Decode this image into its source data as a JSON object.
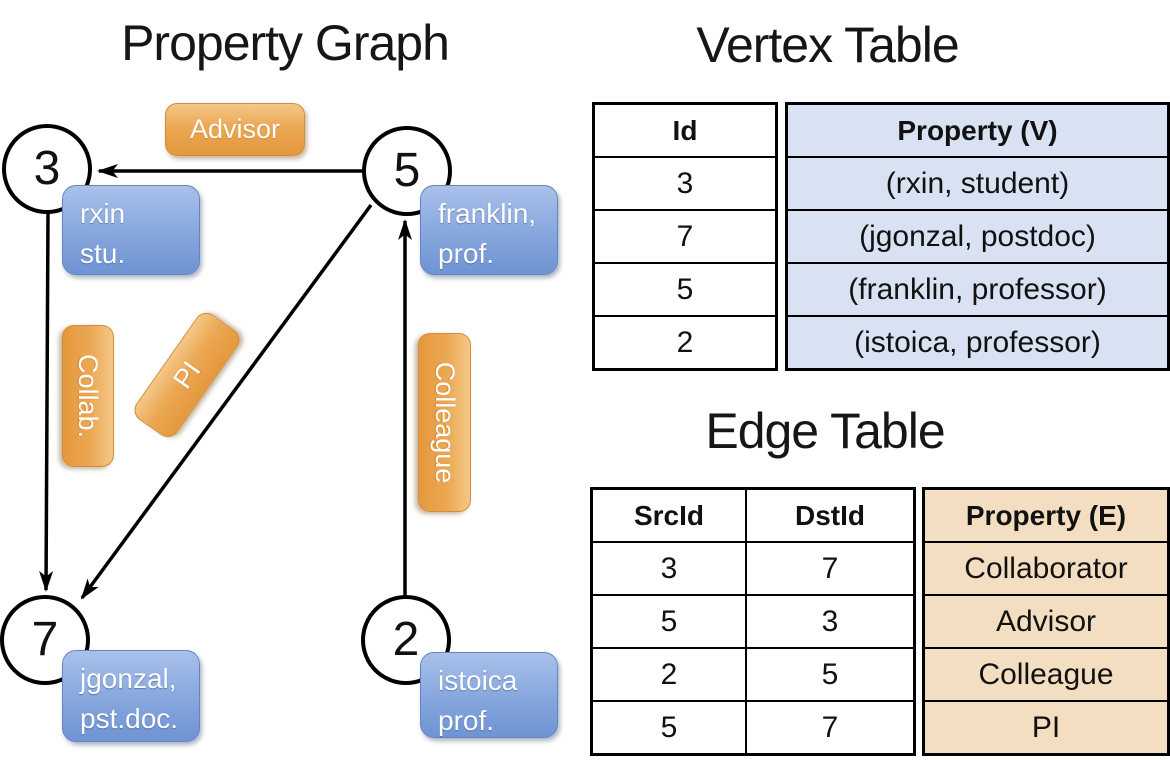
{
  "graph": {
    "title": "Property Graph",
    "nodes": [
      {
        "id": "3",
        "property": [
          "rxin",
          "stu."
        ]
      },
      {
        "id": "5",
        "property": [
          "franklin,",
          "prof."
        ]
      },
      {
        "id": "7",
        "property": [
          "jgonzal,",
          "pst.doc."
        ]
      },
      {
        "id": "2",
        "property": [
          "istoica",
          "prof."
        ]
      }
    ],
    "edge_labels": {
      "advisor": "Advisor",
      "collab": "Collab.",
      "pi": "PI",
      "colleague": "Colleague"
    }
  },
  "vertex_table": {
    "title": "Vertex Table",
    "id_header": "Id",
    "property_header": "Property (V)",
    "rows": [
      {
        "id": "3",
        "property": "(rxin, student)"
      },
      {
        "id": "7",
        "property": "(jgonzal, postdoc)"
      },
      {
        "id": "5",
        "property": "(franklin, professor)"
      },
      {
        "id": "2",
        "property": "(istoica, professor)"
      }
    ]
  },
  "edge_table": {
    "title": "Edge Table",
    "src_header": "SrcId",
    "dst_header": "DstId",
    "property_header": "Property (E)",
    "rows": [
      {
        "src": "3",
        "dst": "7",
        "property": "Collaborator"
      },
      {
        "src": "5",
        "dst": "3",
        "property": "Advisor"
      },
      {
        "src": "2",
        "dst": "5",
        "property": "Colleague"
      },
      {
        "src": "5",
        "dst": "7",
        "property": "PI"
      }
    ]
  },
  "colors": {
    "edge_label_fill": "#EBA854",
    "vertex_property_fill": "#7F9FD9",
    "vertex_table_cell": "#D9E2F3",
    "edge_table_cell": "#F4DEC2",
    "stroke": "#000000"
  }
}
